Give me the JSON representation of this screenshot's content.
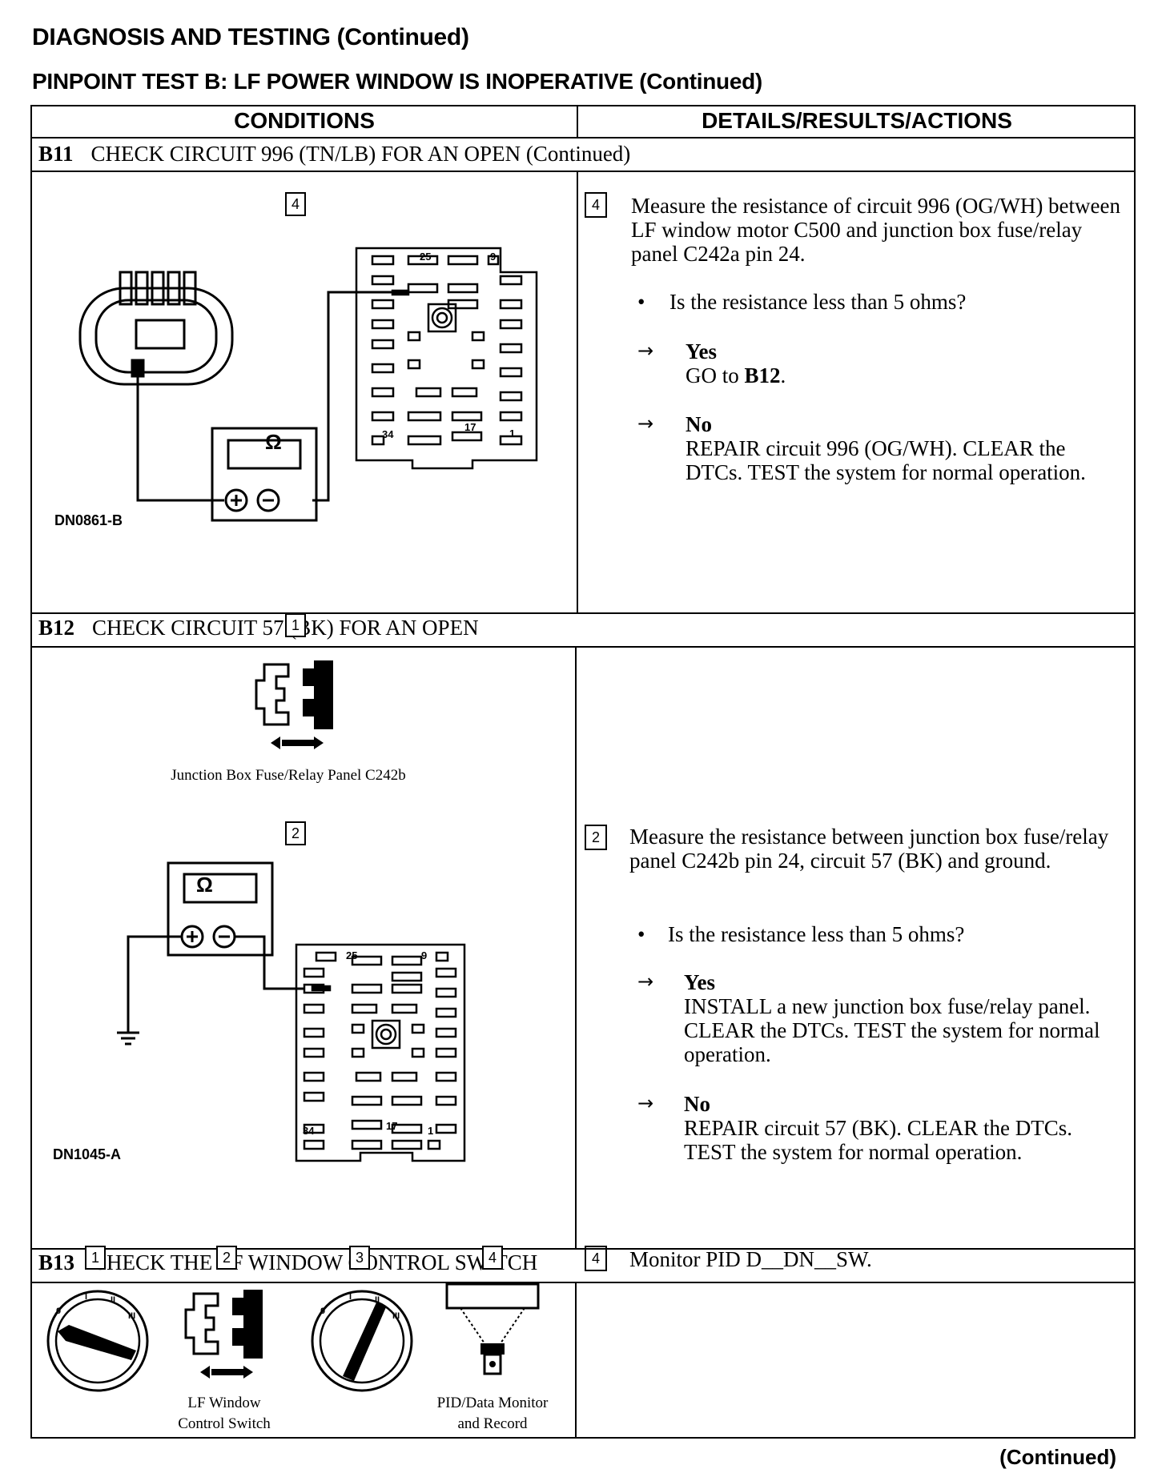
{
  "heading": "DIAGNOSIS AND TESTING (Continued)",
  "subheading": "PINPOINT TEST B:  LF POWER WINDOW IS INOPERATIVE (Continued)",
  "columns": {
    "left": "CONDITIONS",
    "right": "DETAILS/RESULTS/ACTIONS"
  },
  "b11": {
    "id": "B11",
    "title": "CHECK CIRCUIT 996 (TN/LB) FOR AN OPEN (Continued)",
    "diagram_step": "4",
    "figure_id": "DN0861-B",
    "meter_symbol": "Ω",
    "panel_labels": {
      "a": "25",
      "b": "9",
      "c": "34",
      "d": "17",
      "e": "1"
    },
    "step_no": "4",
    "instruction": "Measure the resistance of circuit 996 (OG/WH) between LF window motor C500 and junction box fuse/relay panel C242a pin 24.",
    "question": "Is the resistance less than 5 ohms?",
    "yes_label": "Yes",
    "yes_action_prefix": "GO to ",
    "yes_action_target": "B12",
    "yes_action_suffix": ".",
    "no_label": "No",
    "no_action": "REPAIR circuit 996 (OG/WH). CLEAR the DTCs. TEST the system for normal operation."
  },
  "b12": {
    "id": "B12",
    "title": "CHECK CIRCUIT 57 (BK) FOR AN OPEN",
    "diagram_step_1": "1",
    "caption_1": "Junction Box Fuse/Relay Panel C242b",
    "diagram_step_2": "2",
    "figure_id": "DN1045-A",
    "meter_symbol": "Ω",
    "panel_labels": {
      "a": "25",
      "b": "9",
      "c": "34",
      "d": "17",
      "e": "1"
    },
    "step_no": "2",
    "instruction": "Measure the resistance between junction box fuse/relay panel C242b pin 24, circuit 57 (BK) and ground.",
    "question": "Is the resistance less than 5 ohms?",
    "yes_label": "Yes",
    "yes_action": "INSTALL a new junction box fuse/relay panel. CLEAR the DTCs. TEST the system for normal operation.",
    "no_label": "No",
    "no_action": "REPAIR circuit 57 (BK). CLEAR the DTCs. TEST the system for normal operation."
  },
  "b13": {
    "id": "B13",
    "title": "CHECK THE LF WINDOW CONTROL SWITCH",
    "steps": [
      "1",
      "2",
      "3",
      "4"
    ],
    "caption_switch": [
      "LF Window",
      "Control Switch"
    ],
    "caption_monitor": [
      "PID/Data Monitor",
      "and Record"
    ],
    "dial_marks": {
      "o": "0",
      "i": "I",
      "ii": "II",
      "iii": "III"
    },
    "step_no": "4",
    "instruction": "Monitor PID D__DN__SW."
  },
  "footer": "(Continued)",
  "bullet": "•",
  "arrow": "→"
}
